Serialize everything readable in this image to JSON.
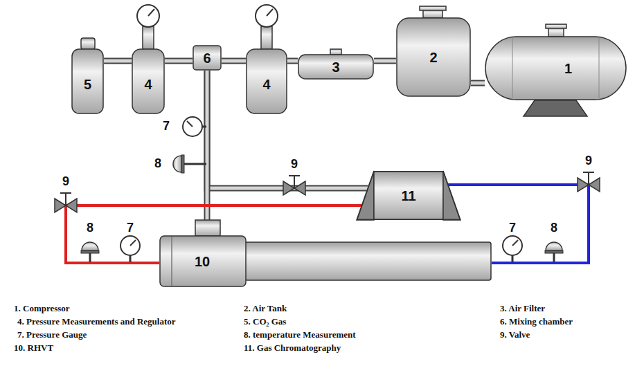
{
  "diagram": {
    "nodes": [
      {
        "text": [
          "1"
        ]
      },
      {
        "text": [
          "2"
        ]
      },
      {
        "text": [
          "3"
        ]
      },
      {
        "text": [
          "4"
        ]
      },
      {
        "text": [
          "4"
        ]
      },
      {
        "text": [
          "5"
        ]
      },
      {
        "text": [
          "6"
        ]
      },
      {
        "text": [
          "10"
        ]
      },
      {
        "text": [
          "11"
        ]
      }
    ],
    "edges": [
      {
        "from": 0,
        "to": 1,
        "arrow": "none"
      },
      {
        "from": 1,
        "to": 2,
        "arrow": "none"
      },
      {
        "from": 2,
        "to": 3,
        "arrow": "none"
      },
      {
        "from": 3,
        "to": 6,
        "arrow": "none"
      },
      {
        "from": 5,
        "to": 4,
        "arrow": "none"
      },
      {
        "from": 4,
        "to": 6,
        "arrow": "none"
      },
      {
        "from": 6,
        "to": 7,
        "arrow": "none"
      },
      {
        "from": 6,
        "to": 8,
        "arrow": "none"
      },
      {
        "from": 7,
        "to": 8,
        "arrow": "none"
      },
      {
        "from": 7,
        "to": 8,
        "arrow": "none"
      }
    ],
    "labels": [
      "7",
      "8",
      "9",
      "9",
      "8",
      "7",
      "7",
      "8",
      "9",
      "1. Compressor",
      "2. Air Tank",
      "3. Air Filter",
      "4. Pressure Measurements and Regulator",
      "5. CO₂ Gas",
      "6. Mixing chamber",
      "7. Pressure Gauge",
      "8. temperature Measurement",
      "9. Valve",
      "10. RHVT",
      "11. Gas Chromatography"
    ]
  }
}
